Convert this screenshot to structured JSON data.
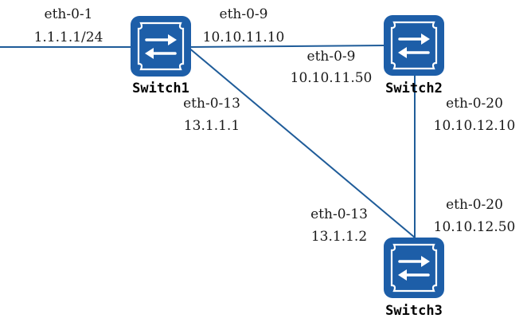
{
  "colors": {
    "link": "#1f5c99",
    "switch_fill": "#1d5ea8",
    "switch_stroke": "#ffffff",
    "text": "#1a1a1a"
  },
  "nodes": {
    "switch1": {
      "label": "Switch1",
      "icon": "switch-icon"
    },
    "switch2": {
      "label": "Switch2",
      "icon": "switch-icon"
    },
    "switch3": {
      "label": "Switch3",
      "icon": "switch-icon"
    }
  },
  "links": {
    "uplink": {
      "port": "eth-0-1",
      "ip": "1.1.1.1/24"
    },
    "s1_s2": {
      "a_port": "eth-0-9",
      "a_ip": "10.10.11.10",
      "b_port": "eth-0-9",
      "b_ip": "10.10.11.50"
    },
    "s1_s3": {
      "a_port": "eth-0-13",
      "a_ip": "13.1.1.1",
      "b_port": "eth-0-13",
      "b_ip": "13.1.1.2"
    },
    "s2_s3": {
      "a_port": "eth-0-20",
      "a_ip": "10.10.12.10",
      "b_port": "eth-0-20",
      "b_ip": "10.10.12.50"
    }
  }
}
